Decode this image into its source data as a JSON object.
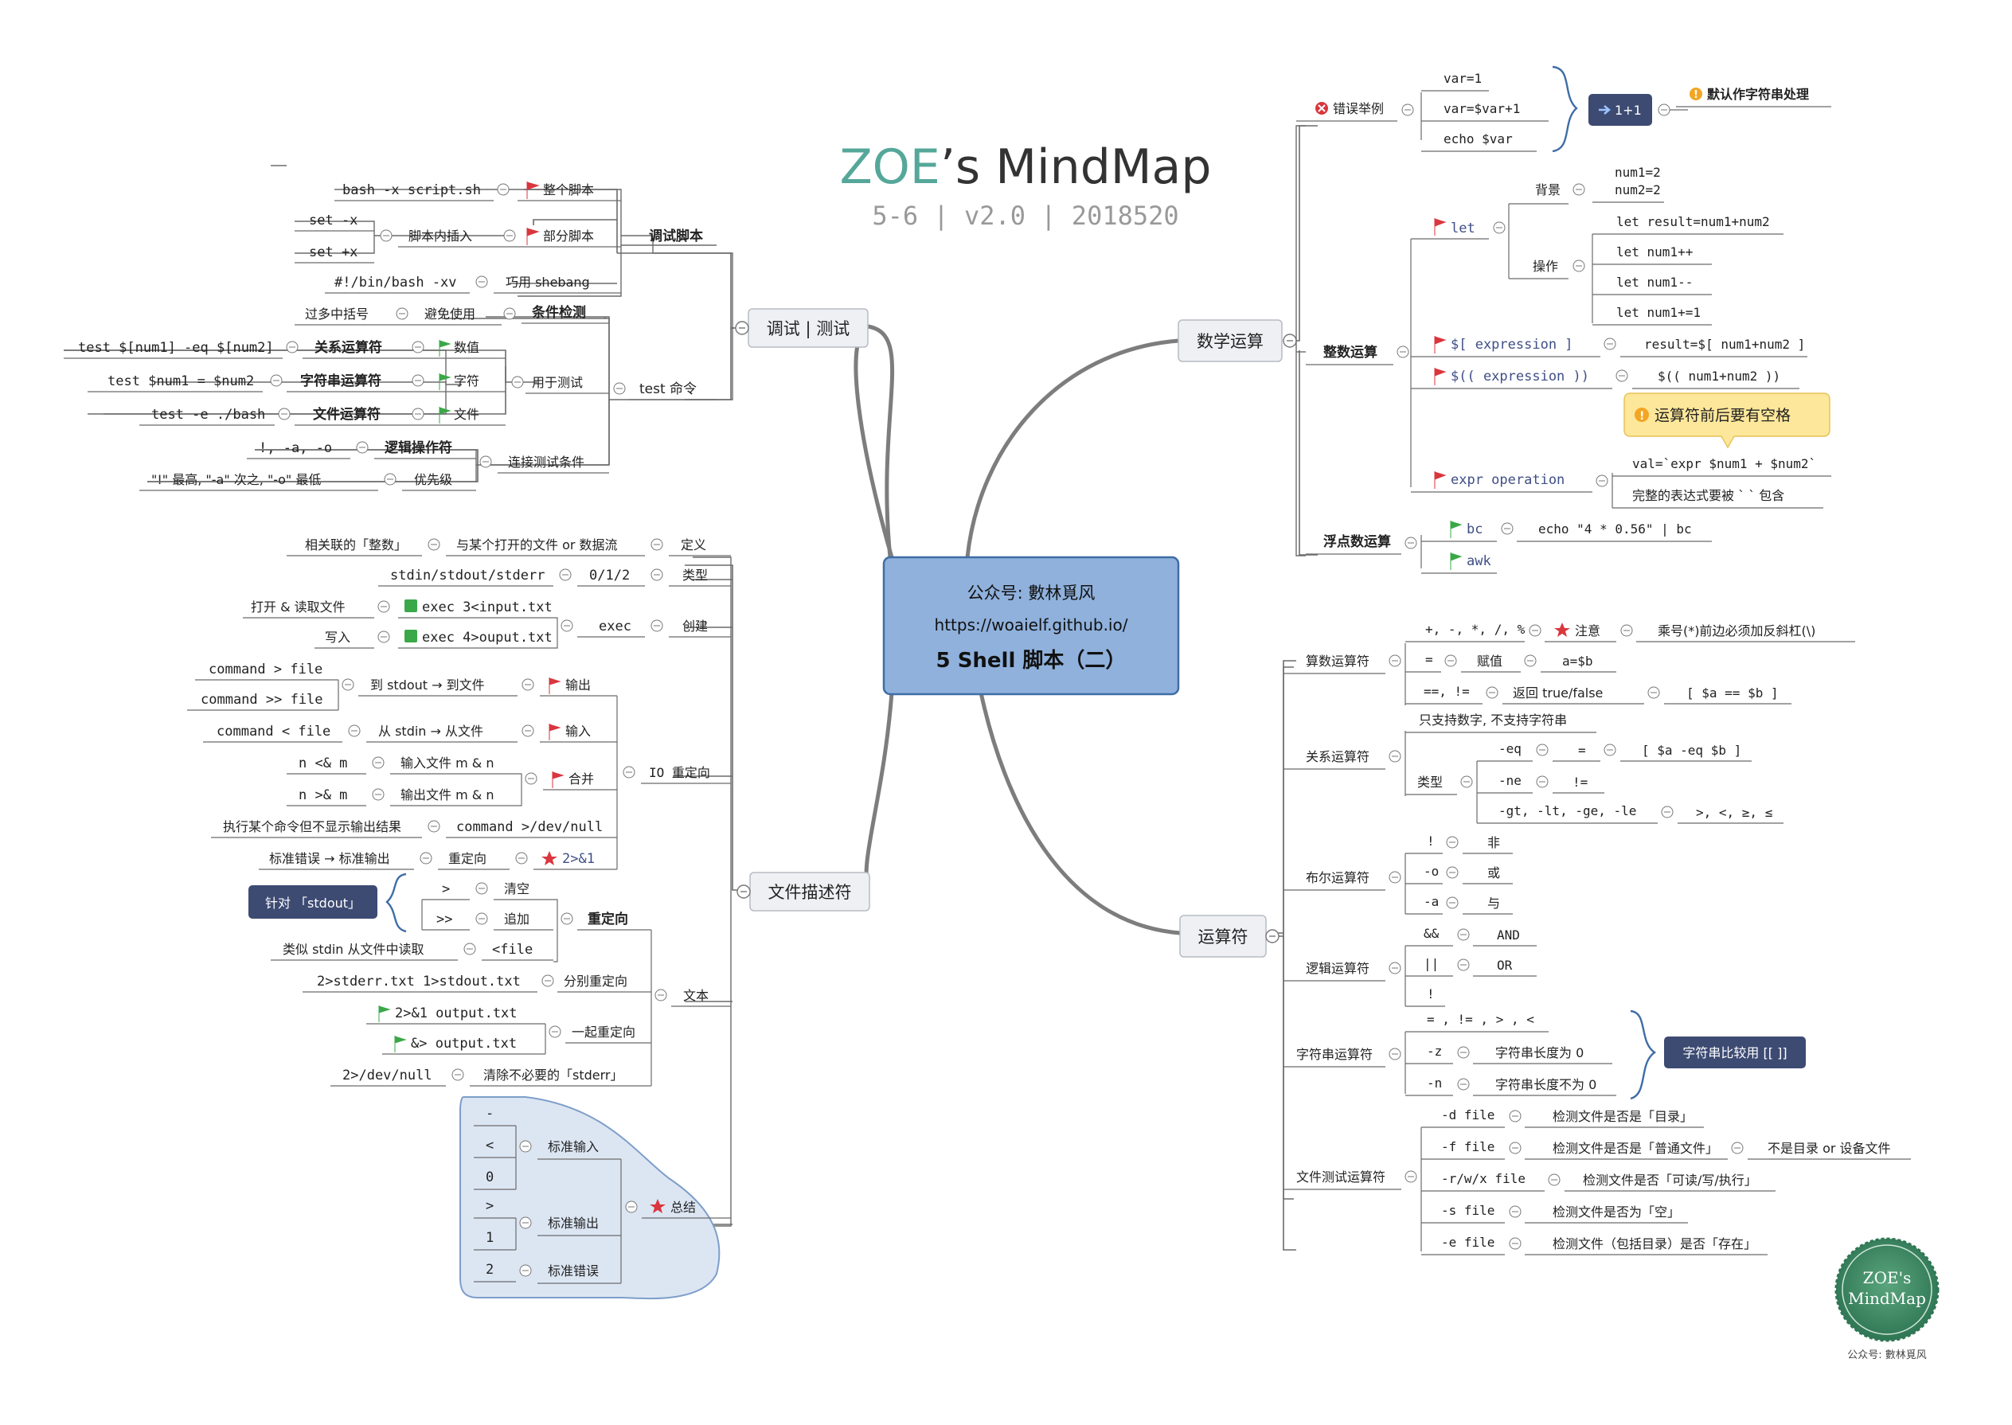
{
  "header": {
    "title_part1": "ZOE",
    "title_part2": "’s MindMap",
    "subtitle": "5-6 | v2.0 | 2018520"
  },
  "colors": {
    "center_fill": "#8fb1dc",
    "center_stroke": "#3f6da6",
    "branch_line": "#7a7a7a",
    "node_fill": "#eef0f3",
    "dark_box": "#3d4b73",
    "callout": "#fde79a",
    "flag_red": "#d9363e",
    "flag_green": "#3aa848",
    "seal": "#3e8a66"
  },
  "center": {
    "line1": "公众号: 數林覓风",
    "line2": "https://woaielf.github.io/",
    "line3": "5 Shell 脚本（二）"
  },
  "seal": {
    "line1": "ZOE's",
    "line2": "MindMap",
    "caption": "公众号: 數林覓风"
  },
  "debug": {
    "label": "调试 | 测试",
    "debug_script": "调试脚本",
    "bash_x": "bash -x script.sh",
    "whole_script": "整个脚本",
    "set_x": "set -x",
    "set_plus_x": "set +x",
    "insert_in_script": "脚本内插入",
    "partial_script": "部分脚本",
    "shebang_cmd": "#!/bin/bash -xv",
    "use_shebang": "巧用 shebang",
    "condition_check": "条件检测",
    "too_many_brackets": "过多中括号",
    "avoid_use": "避免使用",
    "test_num": "test $[num1] -eq $[num2]",
    "rel_op": "关系运算符",
    "numeric": "数值",
    "test_str": "test $num1 = $num2",
    "str_op": "字符串运算符",
    "string": "字符",
    "test_file": "test -e ./bash",
    "file_op": "文件运算符",
    "file": "文件",
    "used_for_test": "用于测试",
    "test_cmd": "test 命令",
    "logic_syms": "!, -a, -o",
    "logic_op": "逻辑操作符",
    "priority_text": "\"!\" 最高, \"-a\" 次之, \"-o\" 最低",
    "priority": "优先级",
    "connect_cond": "连接测试条件"
  },
  "fd": {
    "label": "文件描述符",
    "related_int": "相关联的「整数」",
    "with_file": "与某个打开的文件 or 数据流",
    "definition": "定义",
    "std_names": "stdin/stdout/stderr",
    "nums": "0/1/2",
    "type": "类型",
    "open_read": "打开 & 读取文件",
    "exec_in": "exec 3<input.txt",
    "write": "写入",
    "exec_out": "exec 4>ouput.txt",
    "exec": "exec",
    "create": "创建",
    "cmd_gt": "command > file",
    "cmd_gtgt": "command >> file",
    "to_stdout": "到 stdout → 到文件",
    "output": "输出",
    "cmd_lt": "command < file",
    "from_stdin": "从 stdin → 从文件",
    "input": "输入",
    "n_lt_m": "n <& m",
    "merge_in": "输入文件 m & n",
    "n_gt_m": "n >& m",
    "merge_out": "输出文件 m & n",
    "merge": "合并",
    "no_show": "执行某个命令但不显示输出结果",
    "dev_null": "command >/dev/null",
    "err_to_out": "标准错误 → 标准输出",
    "redirect": "重定向",
    "amp_cmd": "2>&1",
    "io_redirect": "IO 重定向",
    "for_stdout": "针对 「stdout」",
    "gt": ">",
    "clear": "清空",
    "gtgt": ">>",
    "append": "追加",
    "redirect_bold": "重定向",
    "like_stdin": "类似 stdin 从文件中读取",
    "lt_file": "<file",
    "split_cmd": "2>stderr.txt 1>stdout.txt",
    "split_redirect": "分别重定向",
    "combine1": "2>&1 output.txt",
    "combine2": "&> output.txt",
    "together": "一起重定向",
    "dev_null2": "2>/dev/null",
    "clear_stderr": "清除不必要的「stderr」",
    "text": "文本",
    "sum_dash": "-",
    "sum_lt": "<",
    "sum_0": "0",
    "std_in": "标准输入",
    "sum_gt": ">",
    "sum_1": "1",
    "std_out": "标准输出",
    "sum_2": "2",
    "std_err": "标准错误",
    "summary": "总结"
  },
  "math": {
    "label": "数学运算",
    "wrong_example": "错误举例",
    "var1": "var=1",
    "var2": "var=$var+1",
    "echo_var": "echo $var",
    "box_1plus1": "1+1",
    "default_str": "默认作字符串处理",
    "int_op": "整数运算",
    "let": "let",
    "background": "背景",
    "num1": "num1=2",
    "num2": "num2=2",
    "operation": "操作",
    "let1": "let result=num1+num2",
    "let2": "let num1++",
    "let3": "let num1--",
    "let4": "let num1+=1",
    "expr1": "$[ expression ]",
    "expr1_val": "result=$[ num1+num2 ]",
    "expr2": "$(( expression ))",
    "expr2_val": "$(( num1+num2 ))",
    "space_tip": "运算符前后要有空格",
    "expr_op": "expr operation",
    "expr_val": "val=`expr $num1 + $num2`",
    "expr_wrap": "完整的表达式要被 ` ` 包含",
    "float_op": "浮点数运算",
    "bc": "bc",
    "bc_cmd": "echo \"4 * 0.56\" | bc",
    "awk": "awk"
  },
  "ops": {
    "label": "运算符",
    "arith": "算数运算符",
    "arith_syms": "+, -, *, /, %",
    "note": "注意",
    "note_text": "乘号(*)前边必须加反斜杠(\\)",
    "eq": "=",
    "assign": "赋值",
    "assign_ex": "a=$b",
    "eqeq": "==, !=",
    "return_tf": "返回 true/false",
    "cmp_ex": "[ $a == $b ]",
    "rel": "关系运算符",
    "only_num": "只支持数字, 不支持字符串",
    "type": "类型",
    "neq_opt": "-eq",
    "eq_sym": "=",
    "eq_ex": "[ $a -eq $b ]",
    "ne_opt": "-ne",
    "ne_sym": "!=",
    "others": "-gt, -lt, -ge, -le",
    "others_sym": ">, <, ≥, ≤",
    "bool": "布尔运算符",
    "not": "!",
    "not_cn": "非",
    "or_o": "-o",
    "or_cn": "或",
    "and_a": "-a",
    "and_cn": "与",
    "logic": "逻辑运算符",
    "andand": "&&",
    "AND": "AND",
    "oror": "||",
    "OR": "OR",
    "bang": "!",
    "str": "字符串运算符",
    "str_syms": "= , != , > , <",
    "z": "-z",
    "z_text": "字符串长度为 0",
    "n": "-n",
    "n_text": "字符串长度不为 0",
    "str_box": "字符串比较用 [[ ]]",
    "file_test": "文件测试运算符",
    "d": "-d file",
    "d_text": "检测文件是否是「目录」",
    "f": "-f file",
    "f_text": "检测文件是否是「普通文件」",
    "f_extra": "不是目录 or 设备文件",
    "rwx": "-r/w/x file",
    "rwx_text": "检测文件是否「可读/写/执行」",
    "s": "-s file",
    "s_text": "检测文件是否为「空」",
    "e": "-e file",
    "e_text": "检测文件（包括目录）是否「存在」"
  }
}
